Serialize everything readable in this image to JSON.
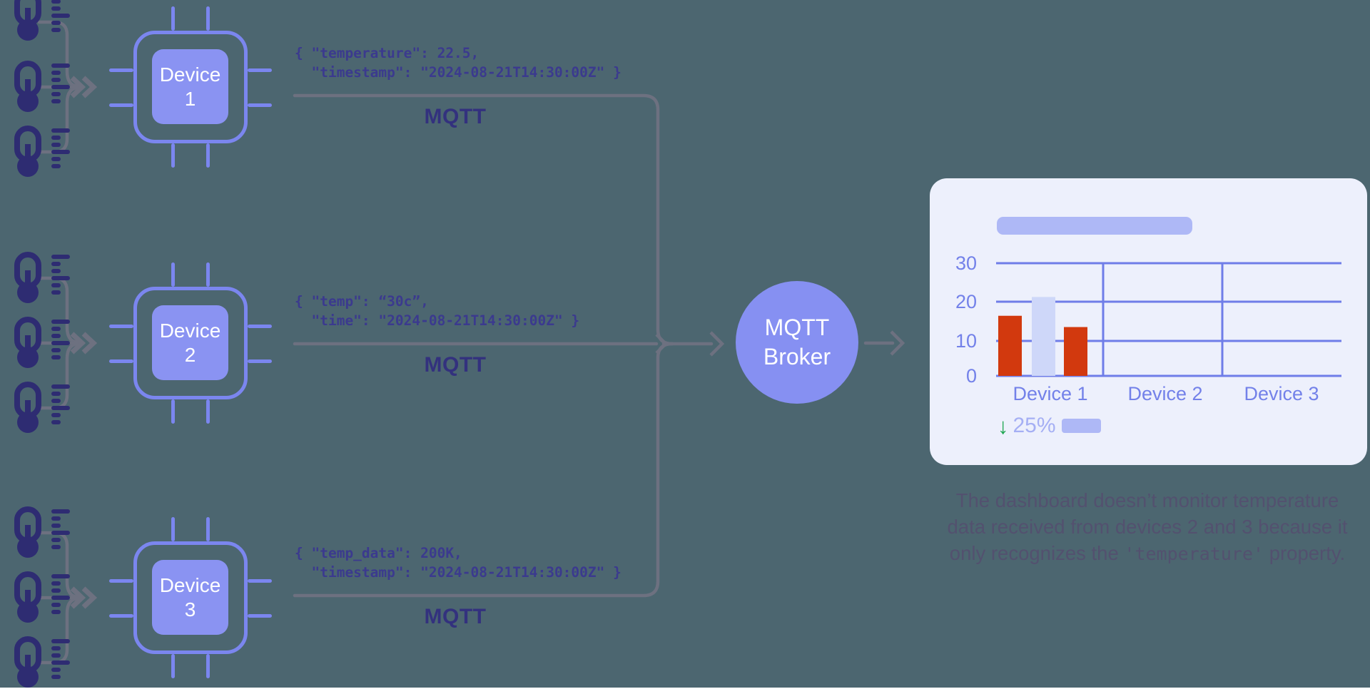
{
  "palette": {
    "background": "#4c6670",
    "periwinkle_outline": "#7b86ef",
    "chip_fill": "#8a93f2",
    "broker_fill": "#8690f2",
    "thermometer": "#2e2c72",
    "wire_gray": "#6d7180",
    "json_text": "#3b3a8e",
    "mqtt_label": "#33317e",
    "card_bg": "#edf0fc",
    "pill": "#aeb8f6",
    "chart_axis": "#7381e9",
    "bar_red": "#d2390e",
    "bar_light": "#ced7f9",
    "trend_green": "#1ca54f",
    "trend_pct_color": "#a5aff4",
    "caption_text": "#53516f"
  },
  "devices": [
    {
      "label": "Device\n1",
      "payload": "{ \"temperature\": 22.5,\n  \"timestamp\": \"2024-08-21T14:30:00Z\" }",
      "protocol": "MQTT"
    },
    {
      "label": "Device\n2",
      "payload": "{ \"temp\": “30c”,\n  \"time\": \"2024-08-21T14:30:00Z\" }",
      "protocol": "MQTT"
    },
    {
      "label": "Device\n3",
      "payload": "{ \"temp_data\": 200K,\n  \"timestamp\": \"2024-08-21T14:30:00Z\" }",
      "protocol": "MQTT"
    }
  ],
  "broker": {
    "label": "MQTT\nBroker"
  },
  "dashboard": {
    "trend": {
      "arrow": "↓",
      "value": "25%"
    }
  },
  "chart_data": {
    "type": "bar",
    "title": "",
    "categories": [
      "Device 1",
      "Device 2",
      "Device 3"
    ],
    "bars": [
      {
        "category": "Device 1",
        "value": 16,
        "color": "#d2390e"
      },
      {
        "category": "Device 1",
        "value": 21,
        "color": "#ced7f9"
      },
      {
        "category": "Device 1",
        "value": 13,
        "color": "#d2390e"
      }
    ],
    "yticks": [
      30,
      20,
      10,
      0
    ],
    "ylim": [
      0,
      30
    ],
    "grid": true,
    "note": "Only Device 1 column contains bars; Device 2 and Device 3 columns are empty"
  },
  "caption": {
    "line1": "The dashboard doesn’t monitor temperature",
    "line2": "data received from devices 2 and 3 because it",
    "line3_pre": "only recognizes the ",
    "line3_code": "'temperature'",
    "line3_post": " property."
  }
}
